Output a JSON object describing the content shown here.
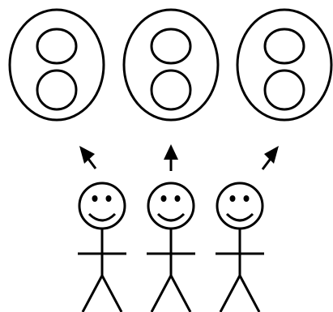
{
  "diagram": {
    "type": "illustration",
    "figures": [
      {
        "name": "left-person",
        "arrow_direction": "up-left",
        "target": "left-oval-pair"
      },
      {
        "name": "center-person",
        "arrow_direction": "up",
        "target": "center-oval-pair"
      },
      {
        "name": "right-person",
        "arrow_direction": "up-right",
        "target": "right-oval-pair"
      }
    ],
    "colors": {
      "stroke": "#000000",
      "background": "#ffffff"
    }
  }
}
